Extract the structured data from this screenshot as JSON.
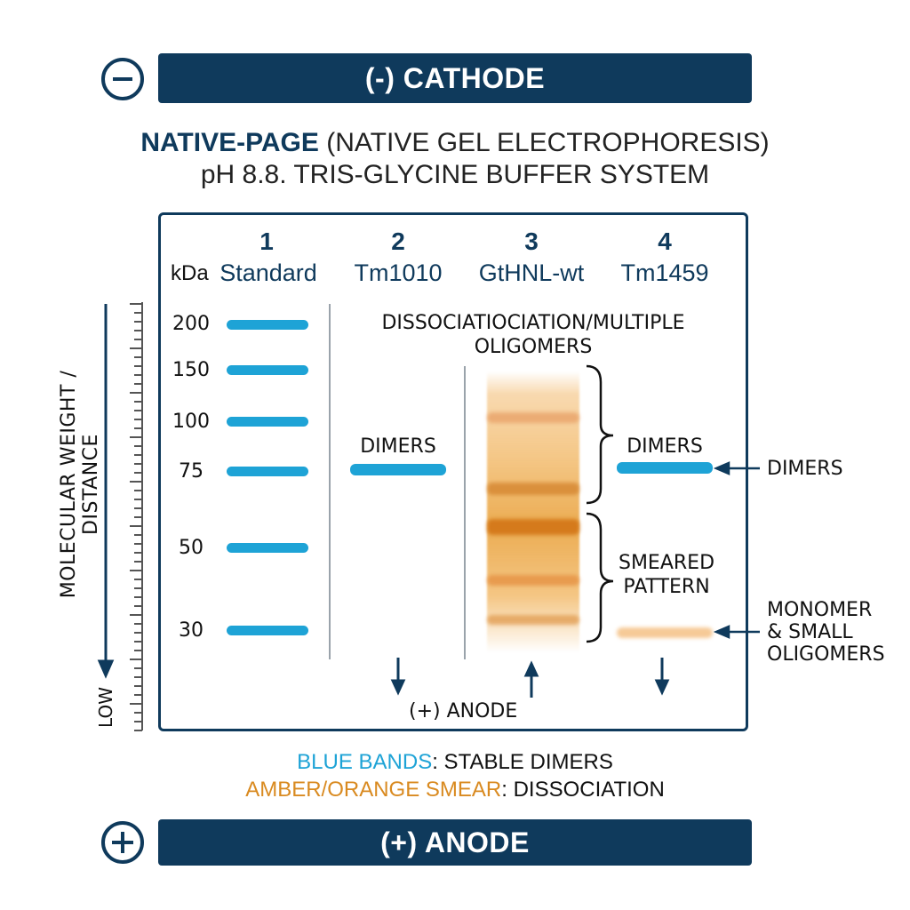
{
  "header": {
    "cathode_label": "(-) CATHODE",
    "anode_label": "(+) ANODE"
  },
  "title": {
    "line1_strong": "NATIVE-PAGE",
    "line1_rest": " (NATIVE GEL ELECTROPHORESIS)",
    "line2": "pH 8.8. TRIS-GLYCINE BUFFER SYSTEM"
  },
  "axis": {
    "label": "MOLECULAR WEIGHT / DISTANCE",
    "low": "LOW",
    "unit": "kDa"
  },
  "lanes": [
    {
      "number": "1",
      "name": "Standard"
    },
    {
      "number": "2",
      "name": "Tm1010"
    },
    {
      "number": "3",
      "name": "GtHNL-wt"
    },
    {
      "number": "4",
      "name": "Tm1459"
    }
  ],
  "markers": [
    "200",
    "150",
    "100",
    "75",
    "50",
    "30"
  ],
  "annotations": {
    "lane3_top_line1": "DISSOCIATIOCIATION/MULTIPLE",
    "lane3_top_line2": "OLIGOMERS",
    "lane2_dimers": "DIMERS",
    "lane4_dimers": "DIMERS",
    "smeared_line1": "SMEARED",
    "smeared_line2": "PATTERN",
    "inner_anode": "(+) ANODE"
  },
  "side_labels": {
    "dimers": "DIMERS",
    "monomer_line1": "MONOMER",
    "monomer_line2": "& SMALL",
    "monomer_line3": "OLIGOMERS"
  },
  "legend": {
    "blue_key": "BLUE BANDS",
    "blue_value": ": STABLE DIMERS",
    "amber_key": "AMBER/ORANGE SMEAR",
    "amber_value": ": DISSOCIATION"
  },
  "colors": {
    "navy": "#0f3a5c",
    "blue_band": "#1ea3d6",
    "amber": "#d98a20"
  }
}
